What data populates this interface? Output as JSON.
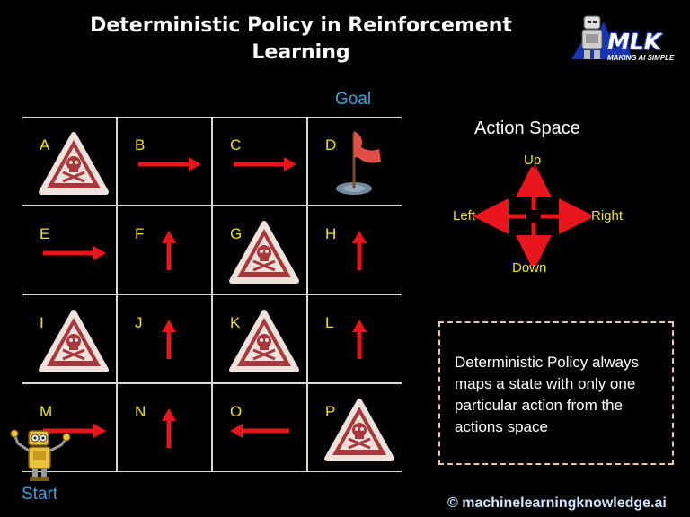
{
  "title_line1": "Deterministic Policy in Reinforcement",
  "title_line2": "Learning",
  "logo": {
    "text": "MLK",
    "subtitle": "MAKING AI SIMPLE",
    "mascot_icon": "robot-icon"
  },
  "goal_label": "Goal",
  "start_label": "Start",
  "grid": {
    "rows": 4,
    "cols": 4,
    "cells": [
      {
        "label": "A",
        "content": "danger"
      },
      {
        "label": "B",
        "content": "right"
      },
      {
        "label": "C",
        "content": "right"
      },
      {
        "label": "D",
        "content": "flag"
      },
      {
        "label": "E",
        "content": "right"
      },
      {
        "label": "F",
        "content": "up"
      },
      {
        "label": "G",
        "content": "danger"
      },
      {
        "label": "H",
        "content": "up"
      },
      {
        "label": "I",
        "content": "danger"
      },
      {
        "label": "J",
        "content": "up"
      },
      {
        "label": "K",
        "content": "danger"
      },
      {
        "label": "L",
        "content": "up"
      },
      {
        "label": "M",
        "content": "right"
      },
      {
        "label": "N",
        "content": "up"
      },
      {
        "label": "O",
        "content": "left"
      },
      {
        "label": "P",
        "content": "danger"
      }
    ]
  },
  "action_space": {
    "title": "Action Space",
    "up": "Up",
    "down": "Down",
    "left": "Left",
    "right": "Right"
  },
  "note": "Deterministic Policy always maps a state with only one particular action from the actions space",
  "copyright": "© machinelearningknowledge.ai",
  "colors": {
    "arrow": "#e8161c",
    "label": "#f0e020",
    "accent_blue": "#3fa0e0",
    "danger_fill": "#a8383c",
    "danger_bg": "#efe2dc",
    "grid_line": "#d9d9d9"
  }
}
